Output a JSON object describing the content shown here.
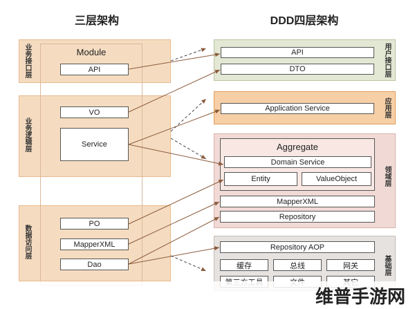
{
  "left": {
    "title": "三层架构",
    "layers": {
      "business_interface": "业务接口层",
      "business_logic": "业务逻辑层",
      "data_access": "数据访问层"
    },
    "module_label": "Module",
    "boxes": {
      "api": "API",
      "vo": "VO",
      "service": "Service",
      "po": "PO",
      "mapperxml": "MapperXML",
      "dao": "Dao"
    }
  },
  "right": {
    "title": "DDD四层架构",
    "layers": {
      "user_interface": "用户接口层",
      "application": "应用层",
      "domain": "领域层",
      "infrastructure": "基础层"
    },
    "boxes": {
      "api": "API",
      "dto": "DTO",
      "application_service": "Application Service",
      "aggregate": "Aggregate",
      "domain_service": "Domain Service",
      "entity": "Entity",
      "value_object": "ValueObject",
      "mapperxml": "MapperXML",
      "repository": "Repository",
      "repository_aop": "Repository AOP",
      "cache": "缓存",
      "bus": "总线",
      "gateway": "网关",
      "third_party_tools": "第三方工具",
      "file": "文件",
      "other": "其它"
    }
  },
  "watermark": "维普手游网",
  "colors": {
    "orange_layer": "#f5dcc0",
    "green_layer": "#e3e8d4",
    "application_layer": "#f6cfa6",
    "domain_layer": "#f1dad6",
    "infrastructure_layer": "#e6e2df",
    "arrow": "#8b5a3c"
  }
}
